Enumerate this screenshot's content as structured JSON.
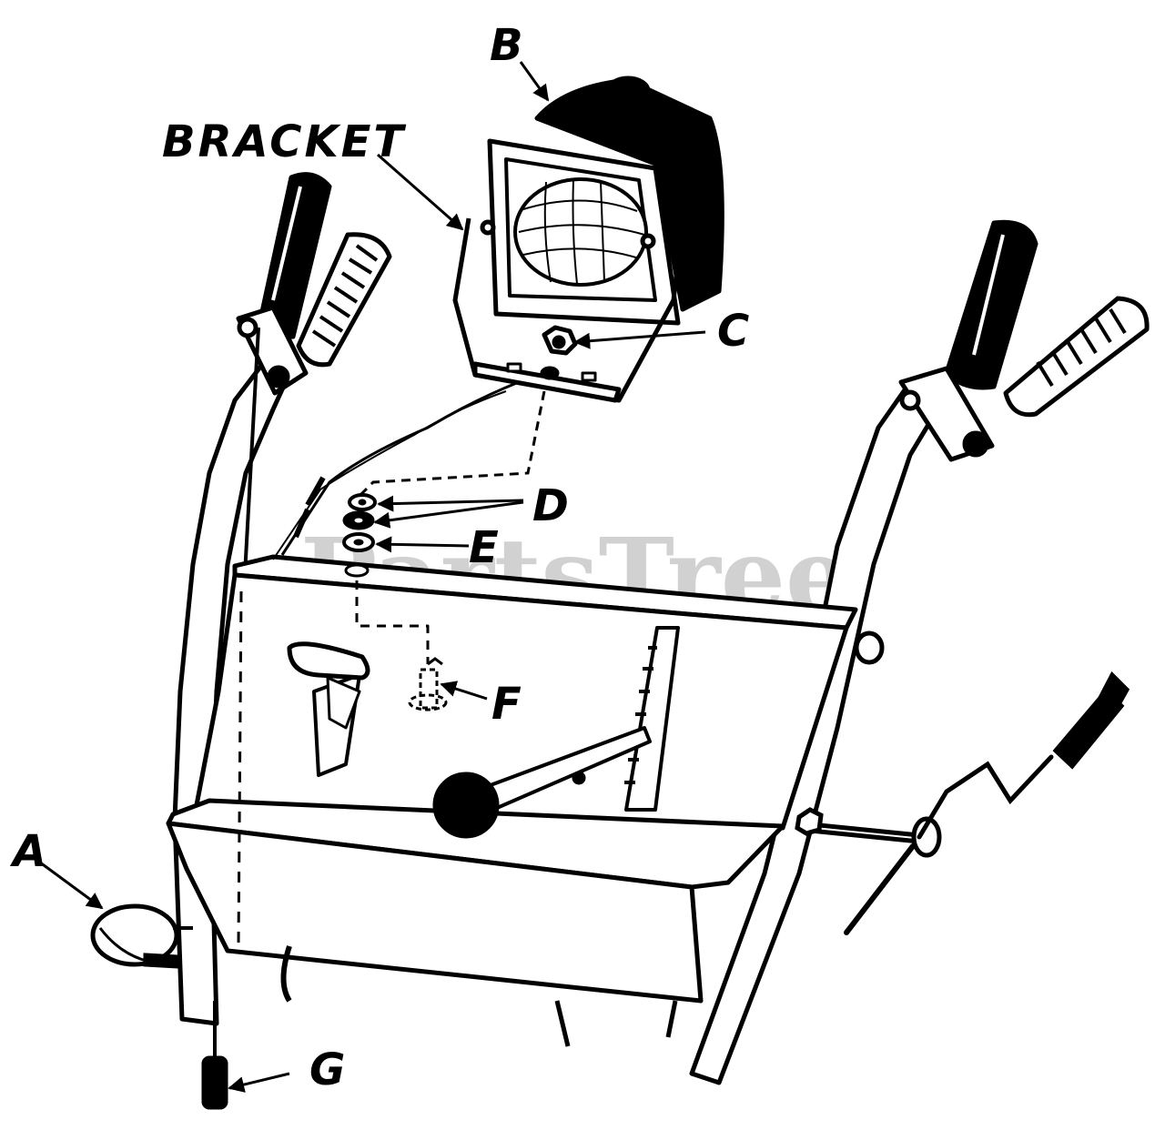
{
  "diagram": {
    "watermark": "PartsTree",
    "callouts": {
      "bracket": "BRACKET",
      "a": "A",
      "b": "B",
      "c": "C",
      "d": "D",
      "e": "E",
      "f": "F",
      "g": "G"
    },
    "colors": {
      "ink": "#000000",
      "paper": "#ffffff",
      "watermark": "#c9c9c9"
    }
  }
}
